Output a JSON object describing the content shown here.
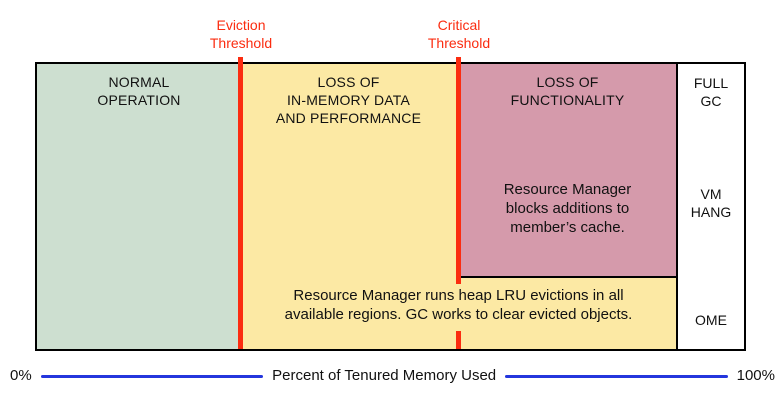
{
  "colors": {
    "green": "#cddfd0",
    "yellow": "#fce9a4",
    "pink": "#d59aab",
    "red": "#fb2c10",
    "blue": "#2436dd"
  },
  "thresholds": {
    "eviction": "Eviction\nThreshold",
    "critical": "Critical\nThreshold"
  },
  "regions": {
    "normal": {
      "title": "NORMAL\nOPERATION"
    },
    "eviction_zone": {
      "title": "LOSS OF\nIN-MEMORY DATA\nAND PERFORMANCE",
      "note": "Resource Manager runs heap LRU evictions in all\navailable regions. GC works to clear evicted objects."
    },
    "critical_zone": {
      "title": "LOSS OF\nFUNCTIONALITY",
      "note": "Resource Manager\nblocks additions to\nmember’s cache."
    },
    "outcomes": {
      "full_gc": "FULL\nGC",
      "vm_hang": "VM\nHANG",
      "ome": "OME"
    }
  },
  "axis": {
    "min": "0%",
    "label": "Percent of Tenured Memory Used",
    "max": "100%"
  }
}
